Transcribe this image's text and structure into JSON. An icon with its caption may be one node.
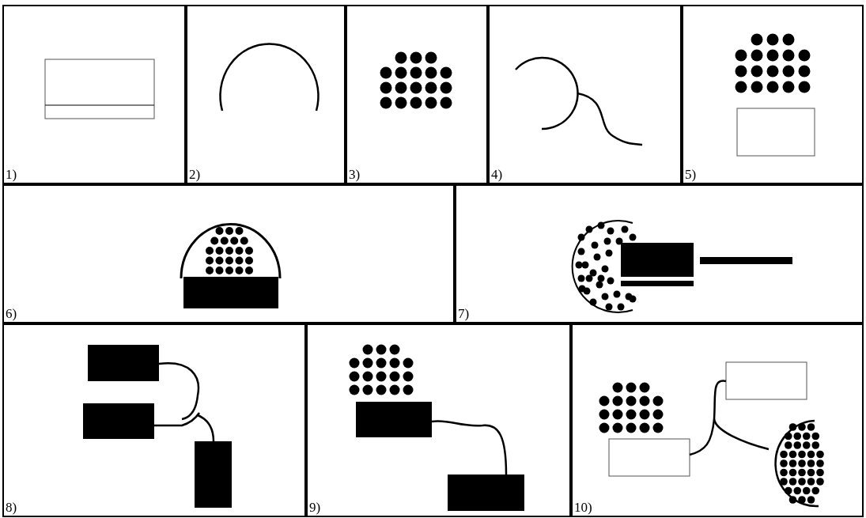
{
  "diagram": {
    "nodes": [
      {
        "text": [
          "1)"
        ]
      },
      {
        "text": [
          "2)"
        ]
      },
      {
        "text": [
          "3)"
        ]
      },
      {
        "text": [
          "4)"
        ]
      },
      {
        "text": [
          "5)"
        ]
      },
      {
        "text": [
          "6)"
        ]
      },
      {
        "text": [
          "7)"
        ]
      },
      {
        "text": [
          "8)"
        ]
      },
      {
        "text": [
          "9)"
        ]
      },
      {
        "text": [
          "10)"
        ]
      }
    ]
  }
}
